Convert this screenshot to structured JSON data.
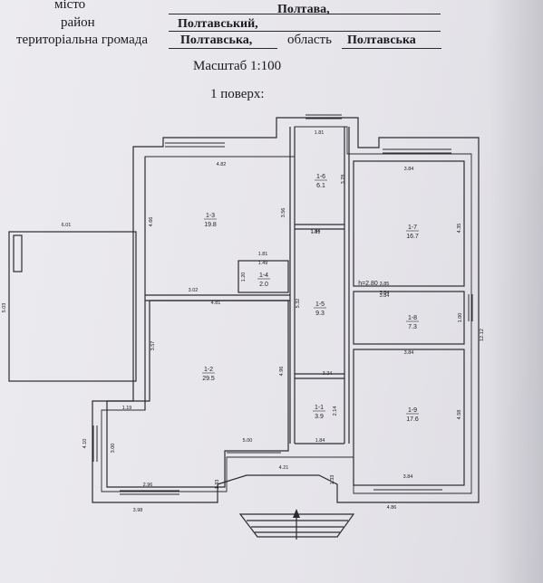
{
  "header": {
    "city_label": "місто",
    "city_value": "Полтава,",
    "district_label": "район",
    "district_value": "Полтавський,",
    "community_label": "територіальна громада",
    "community_value": "Полтавська,",
    "region_label": "область",
    "region_value": "Полтавська"
  },
  "scale_label": "Масштаб 1:100",
  "floor_label": "1 поверх:",
  "plan": {
    "rooms": [
      {
        "id": "1-1",
        "area": "3.9"
      },
      {
        "id": "1-2",
        "area": "29.5"
      },
      {
        "id": "1-3",
        "area": "19.8"
      },
      {
        "id": "1-4",
        "area": "2.0"
      },
      {
        "id": "1-5",
        "area": "9.3"
      },
      {
        "id": "1-6",
        "area": "6.1"
      },
      {
        "id": "1-7",
        "area": "16.7"
      },
      {
        "id": "1-8",
        "area": "7.3"
      },
      {
        "id": "1-9",
        "area": "17.6"
      }
    ],
    "dimensions": [
      "1.81",
      "4.82",
      "3.56",
      "4.66",
      "6.01",
      "5.03",
      "1.81",
      "1.49",
      "1.20",
      "3.02",
      "4.81",
      "3.57",
      "4.96",
      "5.32",
      "1.84",
      "2.14",
      "1.84",
      "3.84",
      "4.35",
      "3.85",
      "3.84",
      "1.00",
      "3.84",
      "4.58",
      "3.84",
      "12.12",
      "4.86",
      "3.84",
      "3.78",
      "1.19",
      "4.10",
      "3.00",
      "2.96",
      "3.98",
      "5.00",
      "4.21",
      "1.33",
      "1.33",
      "3.34",
      "1.81"
    ],
    "height_note": "h=2.80"
  }
}
